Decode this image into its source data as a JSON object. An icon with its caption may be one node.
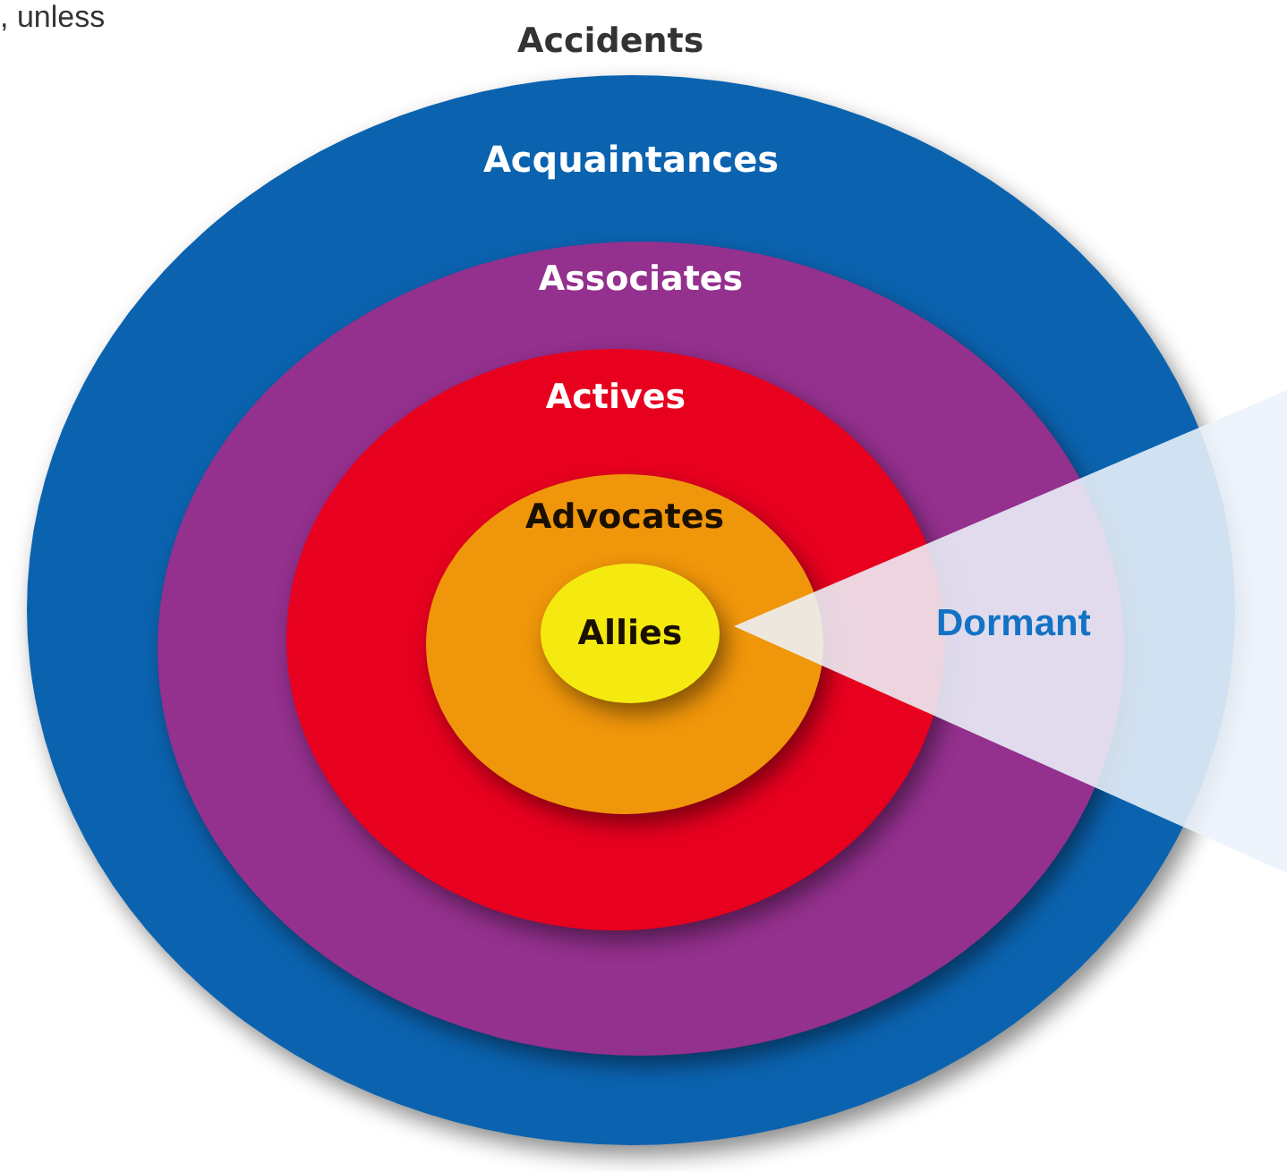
{
  "diagram": {
    "nodes": [
      {
        "text": [
          "Acquaintances"
        ]
      },
      {
        "text": [
          "Associates"
        ],
        "in": 0
      },
      {
        "text": [
          "Actives"
        ],
        "in": 1
      },
      {
        "text": [
          "Advocates"
        ],
        "in": 2
      },
      {
        "text": [
          "Allies"
        ],
        "in": 3
      },
      {
        "text": [
          "Dormant"
        ]
      }
    ],
    "labels": [
      ", unless",
      "Accidents"
    ]
  }
}
